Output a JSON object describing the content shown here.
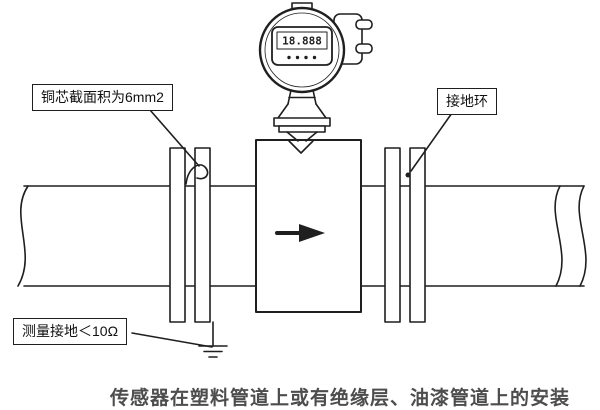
{
  "labels": {
    "copper_core": "铜芯截面积为6mm2",
    "grounding_ring": "接地环",
    "measure_ground": "测量接地＜10Ω"
  },
  "caption": "传感器在塑料管道上或有绝缘层、油漆管道上的安装",
  "transmitter_display": {
    "reading": "18.888"
  },
  "colors": {
    "line": "#1f1f1f",
    "caption_text": "#4d4d4d"
  }
}
